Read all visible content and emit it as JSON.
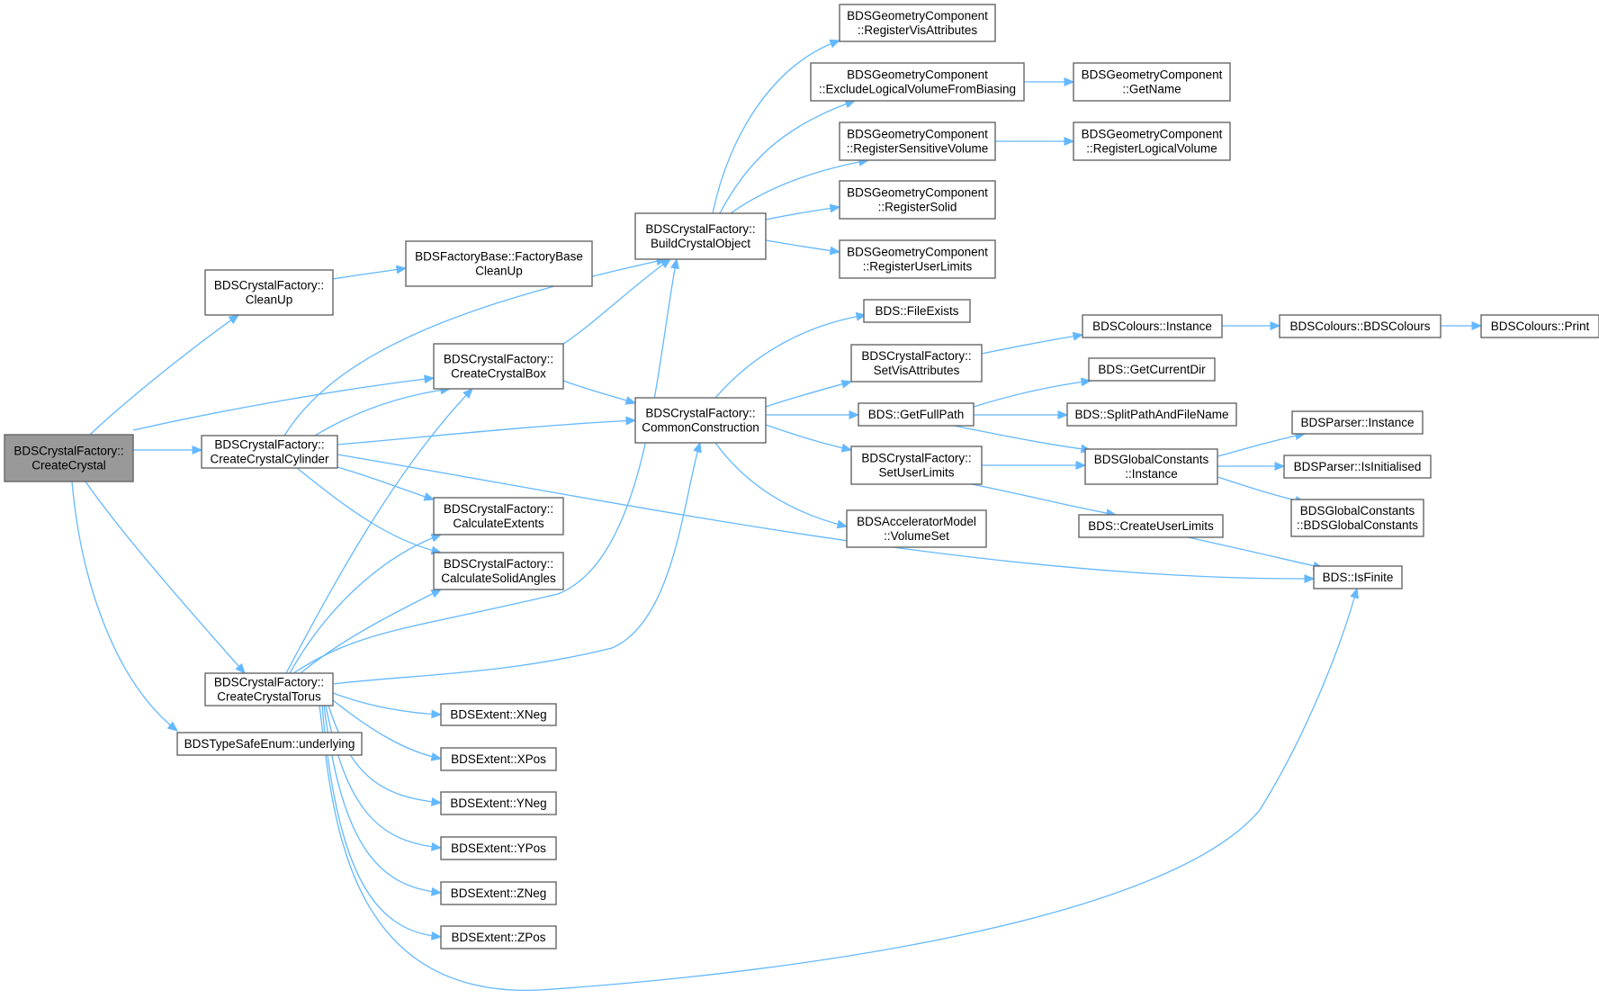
{
  "graph": {
    "kind": "call-graph",
    "root": "n0",
    "colors": {
      "edge": "#63b8ff",
      "node_border": "#666666",
      "root_fill": "#999999",
      "node_fill": "#ffffff"
    },
    "nodes": [
      {
        "id": "n0",
        "lines": [
          "BDSCrystalFactory::",
          "CreateCrystal"
        ],
        "root": true
      },
      {
        "id": "n1",
        "lines": [
          "BDSCrystalFactory::",
          "CleanUp"
        ]
      },
      {
        "id": "n2",
        "lines": [
          "BDSFactoryBase::FactoryBase",
          "CleanUp"
        ]
      },
      {
        "id": "n3",
        "lines": [
          "BDSCrystalFactory::",
          "CreateCrystalBox"
        ]
      },
      {
        "id": "n4",
        "lines": [
          "BDSCrystalFactory::",
          "BuildCrystalObject"
        ]
      },
      {
        "id": "n5",
        "lines": [
          "BDSGeometryComponent",
          "::RegisterVisAttributes"
        ]
      },
      {
        "id": "n6",
        "lines": [
          "BDSGeometryComponent",
          "::ExcludeLogicalVolumeFromBiasing"
        ]
      },
      {
        "id": "n7",
        "lines": [
          "BDSGeometryComponent",
          "::GetName"
        ]
      },
      {
        "id": "n8",
        "lines": [
          "BDSGeometryComponent",
          "::RegisterSensitiveVolume"
        ]
      },
      {
        "id": "n9",
        "lines": [
          "BDSGeometryComponent",
          "::RegisterLogicalVolume"
        ]
      },
      {
        "id": "n10",
        "lines": [
          "BDSGeometryComponent",
          "::RegisterSolid"
        ]
      },
      {
        "id": "n11",
        "lines": [
          "BDSGeometryComponent",
          "::RegisterUserLimits"
        ]
      },
      {
        "id": "n12",
        "lines": [
          "BDSCrystalFactory::",
          "CommonConstruction"
        ]
      },
      {
        "id": "n13",
        "lines": [
          "BDS::FileExists"
        ]
      },
      {
        "id": "n14",
        "lines": [
          "BDSCrystalFactory::",
          "SetVisAttributes"
        ]
      },
      {
        "id": "n15",
        "lines": [
          "BDSColours::Instance"
        ]
      },
      {
        "id": "n16",
        "lines": [
          "BDSColours::BDSColours"
        ]
      },
      {
        "id": "n17",
        "lines": [
          "BDSColours::Print"
        ]
      },
      {
        "id": "n18",
        "lines": [
          "BDS::GetFullPath"
        ]
      },
      {
        "id": "n19",
        "lines": [
          "BDS::GetCurrentDir"
        ]
      },
      {
        "id": "n20",
        "lines": [
          "BDS::SplitPathAndFileName"
        ]
      },
      {
        "id": "n21",
        "lines": [
          "BDSCrystalFactory::",
          "SetUserLimits"
        ]
      },
      {
        "id": "n22",
        "lines": [
          "BDSGlobalConstants",
          "::Instance"
        ]
      },
      {
        "id": "n23",
        "lines": [
          "BDSParser::Instance"
        ]
      },
      {
        "id": "n24",
        "lines": [
          "BDSParser::IsInitialised"
        ]
      },
      {
        "id": "n25",
        "lines": [
          "BDSGlobalConstants",
          "::BDSGlobalConstants"
        ]
      },
      {
        "id": "n26",
        "lines": [
          "BDS::CreateUserLimits"
        ]
      },
      {
        "id": "n27",
        "lines": [
          "BDS::IsFinite"
        ]
      },
      {
        "id": "n28",
        "lines": [
          "BDSAcceleratorModel",
          "::VolumeSet"
        ]
      },
      {
        "id": "n29",
        "lines": [
          "BDSCrystalFactory::",
          "CreateCrystalCylinder"
        ]
      },
      {
        "id": "n30",
        "lines": [
          "BDSCrystalFactory::",
          "CalculateExtents"
        ]
      },
      {
        "id": "n31",
        "lines": [
          "BDSCrystalFactory::",
          "CalculateSolidAngles"
        ]
      },
      {
        "id": "n32",
        "lines": [
          "BDSCrystalFactory::",
          "CreateCrystalTorus"
        ]
      },
      {
        "id": "n33",
        "lines": [
          "BDSExtent::XNeg"
        ]
      },
      {
        "id": "n34",
        "lines": [
          "BDSExtent::XPos"
        ]
      },
      {
        "id": "n35",
        "lines": [
          "BDSExtent::YNeg"
        ]
      },
      {
        "id": "n36",
        "lines": [
          "BDSExtent::YPos"
        ]
      },
      {
        "id": "n37",
        "lines": [
          "BDSExtent::ZNeg"
        ]
      },
      {
        "id": "n38",
        "lines": [
          "BDSExtent::ZPos"
        ]
      },
      {
        "id": "n39",
        "lines": [
          "BDSTypeSafeEnum::underlying"
        ]
      }
    ],
    "edges": [
      [
        "n0",
        "n1"
      ],
      [
        "n0",
        "n3"
      ],
      [
        "n0",
        "n29"
      ],
      [
        "n0",
        "n32"
      ],
      [
        "n0",
        "n39"
      ],
      [
        "n1",
        "n2"
      ],
      [
        "n3",
        "n4"
      ],
      [
        "n3",
        "n12"
      ],
      [
        "n4",
        "n5"
      ],
      [
        "n4",
        "n6"
      ],
      [
        "n4",
        "n8"
      ],
      [
        "n4",
        "n10"
      ],
      [
        "n4",
        "n11"
      ],
      [
        "n6",
        "n7"
      ],
      [
        "n8",
        "n9"
      ],
      [
        "n12",
        "n13"
      ],
      [
        "n12",
        "n14"
      ],
      [
        "n12",
        "n18"
      ],
      [
        "n12",
        "n21"
      ],
      [
        "n12",
        "n28"
      ],
      [
        "n14",
        "n15"
      ],
      [
        "n15",
        "n16"
      ],
      [
        "n16",
        "n17"
      ],
      [
        "n18",
        "n19"
      ],
      [
        "n18",
        "n20"
      ],
      [
        "n18",
        "n22"
      ],
      [
        "n21",
        "n22"
      ],
      [
        "n21",
        "n26"
      ],
      [
        "n22",
        "n23"
      ],
      [
        "n22",
        "n24"
      ],
      [
        "n22",
        "n25"
      ],
      [
        "n26",
        "n27"
      ],
      [
        "n29",
        "n3"
      ],
      [
        "n29",
        "n4"
      ],
      [
        "n29",
        "n12"
      ],
      [
        "n29",
        "n30"
      ],
      [
        "n29",
        "n31"
      ],
      [
        "n29",
        "n27"
      ],
      [
        "n32",
        "n3"
      ],
      [
        "n32",
        "n4"
      ],
      [
        "n32",
        "n12"
      ],
      [
        "n32",
        "n30"
      ],
      [
        "n32",
        "n31"
      ],
      [
        "n32",
        "n33"
      ],
      [
        "n32",
        "n34"
      ],
      [
        "n32",
        "n35"
      ],
      [
        "n32",
        "n36"
      ],
      [
        "n32",
        "n37"
      ],
      [
        "n32",
        "n38"
      ],
      [
        "n32",
        "n27"
      ]
    ]
  }
}
